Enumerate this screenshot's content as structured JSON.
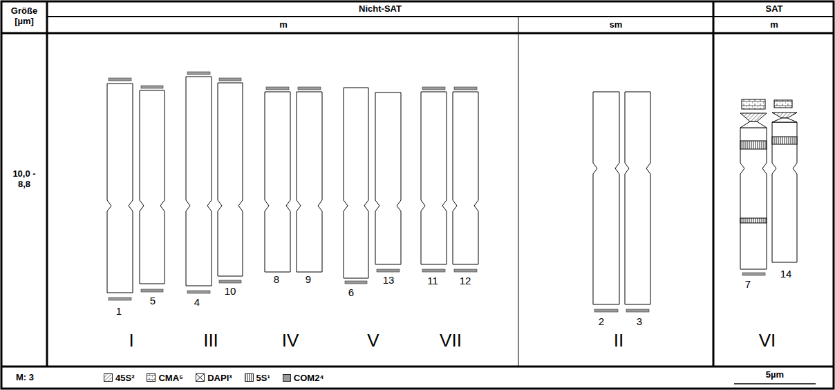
{
  "diagram": {
    "labels": [
      "Größe [µm]",
      "Nicht-SAT",
      "SAT",
      "m",
      "sm",
      "m",
      "10,0 - 8,8",
      "1",
      "5",
      "4",
      "10",
      "8",
      "9",
      "6",
      "13",
      "11",
      "12",
      "2",
      "3",
      "7",
      "14",
      "I",
      "III",
      "IV",
      "V",
      "VII",
      "II",
      "VI",
      "M: 3",
      "5µm"
    ],
    "legend": [
      {
        "text": "45S²"
      },
      {
        "text": "CMA⁵"
      },
      {
        "text": "DAPI³"
      },
      {
        "text": "5S¹"
      },
      {
        "text": "COM2⁴",
        "color": "#9a9a9a"
      }
    ]
  }
}
